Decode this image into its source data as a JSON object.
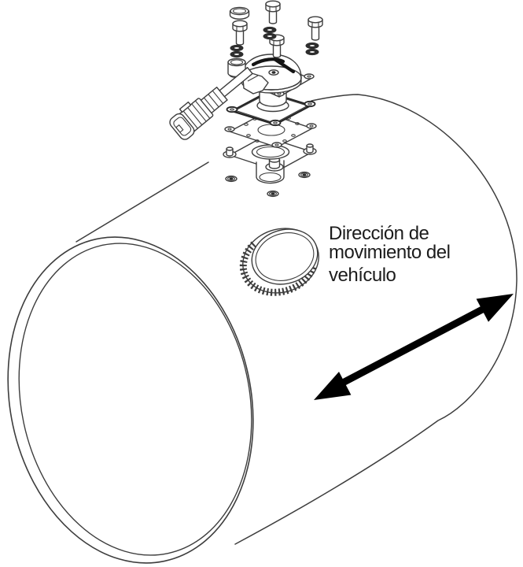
{
  "label": {
    "line1": "Dirección de",
    "line2": "movimiento del",
    "line3": "vehículo",
    "full_text": "Dirección de movimiento del vehículo"
  },
  "colors": {
    "background": "#ffffff",
    "line": "#3d3d3d",
    "dark_line": "#262626",
    "arrow": "#000000",
    "text": "#1c1c1c"
  },
  "diagram": {
    "type": "exploded-installation-diagram",
    "components": [
      "fuel-tank-cylinder",
      "tank-end-rim",
      "knurled-filler-cap",
      "cap-plug",
      "hex-bolt-1",
      "hex-bolt-2",
      "hex-bolt-3",
      "hex-bolt-4",
      "lock-washer-pairs",
      "spacer-bushing",
      "sender-dome",
      "sender-flange",
      "cable-elbow",
      "electrical-connector",
      "square-gasket",
      "adapter-plate",
      "mounting-flange",
      "o-ring-seal",
      "flange-studs",
      "surface-nuts",
      "direction-arrow"
    ]
  }
}
